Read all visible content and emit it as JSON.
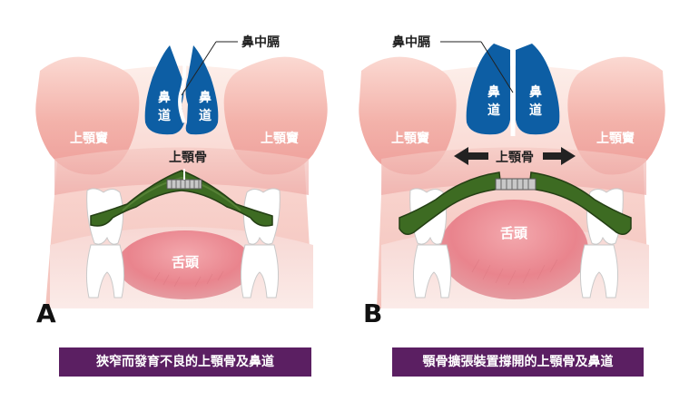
{
  "panels": [
    {
      "letter": "A",
      "nasal_septum_label": "鼻中膈",
      "nasal_passage_left": [
        "鼻",
        "道"
      ],
      "nasal_passage_right": [
        "鼻",
        "道"
      ],
      "sinus_left_label": "上顎竇",
      "sinus_right_label": "上顎竇",
      "maxilla_label": "上顎骨",
      "tongue_label": "舌頭",
      "caption": "狹窄而發育不良的上顎骨及鼻道"
    },
    {
      "letter": "B",
      "nasal_septum_label": "鼻中膈",
      "nasal_passage_left": [
        "鼻",
        "道"
      ],
      "nasal_passage_right": [
        "鼻",
        "道"
      ],
      "sinus_left_label": "上顎竇",
      "sinus_right_label": "上顎竇",
      "maxilla_label": "上顎骨",
      "tongue_label": "舌頭",
      "caption": "顎骨擴張裝置撐開的上顎骨及鼻道"
    }
  ],
  "colors": {
    "nasal_blue": "#0d5ea4",
    "bone_green": "#3d6b22",
    "caption_purple": "#5b1f62",
    "sinus_pink": "#f3b2aa",
    "tongue_pink": "#ea8c94"
  },
  "icons": [
    "arrow-left-icon",
    "arrow-right-icon",
    "expander-screw-icon",
    "tooth-icon"
  ]
}
